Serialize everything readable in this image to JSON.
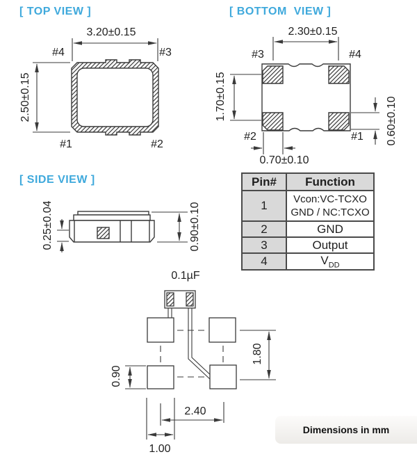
{
  "colors": {
    "accent": "#3fa9dc",
    "line": "#3a3a3a",
    "table_header_bg": "#d9d9d9",
    "pin_column_bg": "#d9d9d9"
  },
  "top_view": {
    "title": "[ TOP VIEW ]",
    "dim_width": "3.20±0.15",
    "dim_height": "2.50±0.15",
    "pins": {
      "top_left": "#4",
      "top_right": "#3",
      "bottom_left": "#1",
      "bottom_right": "#2"
    }
  },
  "bottom_view": {
    "title": "[ BOTTOM  VIEW ]",
    "dim_width": "2.30±0.15",
    "dim_height": "1.70±0.15",
    "dim_pad_width": "0.70±0.10",
    "dim_pad_height": "0.60±0.10",
    "pins": {
      "top_left": "#3",
      "top_right": "#4",
      "bottom_left": "#2",
      "bottom_right": "#1"
    }
  },
  "side_view": {
    "title": "[ SIDE VIEW ]",
    "dim_terminal_thickness": "0.25±0.04",
    "dim_height": "0.90±0.10"
  },
  "pin_table": {
    "headers": [
      "Pin#",
      "Function"
    ],
    "rows": [
      {
        "pin": "1",
        "function_line1": "Vcon:VC-TCXO",
        "function_line2": "GND / NC:TCXO"
      },
      {
        "pin": "2",
        "function": "GND"
      },
      {
        "pin": "3",
        "function": "Output"
      },
      {
        "pin": "4",
        "function_main": "V",
        "function_sub": "DD"
      }
    ]
  },
  "land_pattern": {
    "capacitor_label": "0.1µF",
    "dim_row_pitch": "1.80",
    "dim_pad_height": "0.90",
    "dim_col_pitch": "2.40",
    "dim_pad_width": "1.00"
  },
  "note": "Dimensions in mm"
}
